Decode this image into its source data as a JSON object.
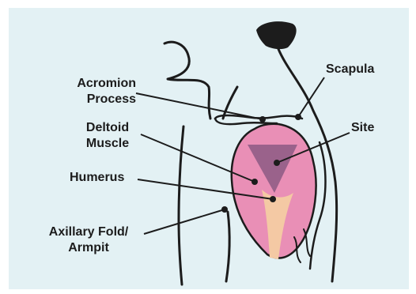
{
  "labels": {
    "acromion": "Acromion\nProcess",
    "scapula": "Scapula",
    "deltoid": "Deltoid\nMuscle",
    "site": "Site",
    "humerus": "Humerus",
    "axillary": "Axillary Fold/\nArmpit"
  },
  "colors": {
    "background": "#e3f1f4",
    "deltoid_fill": "#e98fb6",
    "site_fill": "#8c5a84",
    "humerus_fill": "#f4c9a4",
    "ink": "#1c1c1c"
  }
}
